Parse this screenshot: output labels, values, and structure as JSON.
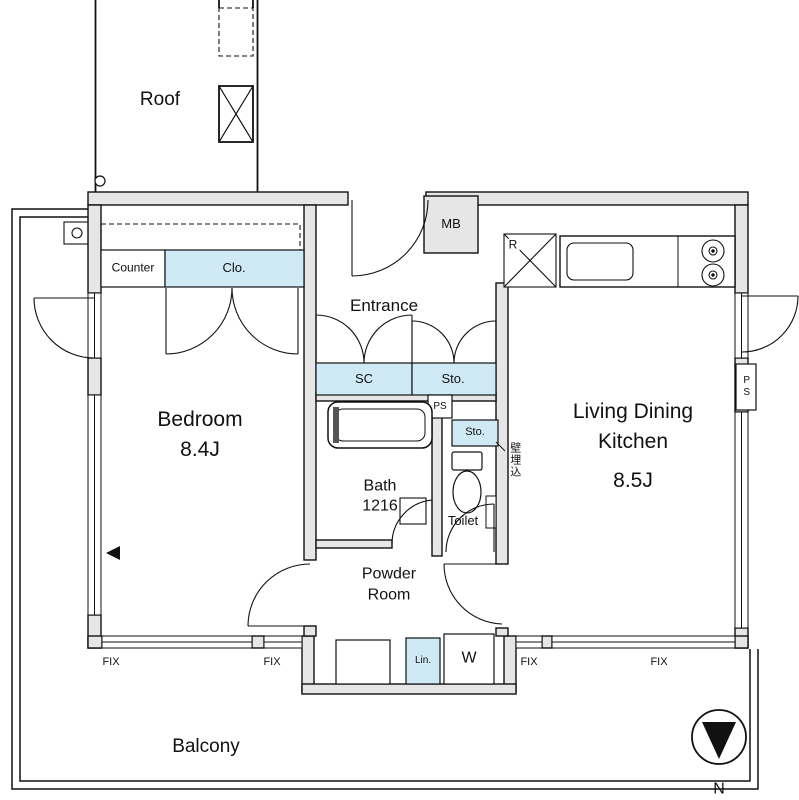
{
  "colors": {
    "wall_fill": "#e6e6e6",
    "storage_fill": "#cfe9f5",
    "line": "#111111"
  },
  "plan": {
    "roof_label": "Roof",
    "balcony_label": "Balcony",
    "compass_north": "N",
    "entrance_label": "Entrance",
    "bedroom": {
      "name": "Bedroom",
      "size": "8.4J"
    },
    "ldk": {
      "line1": "Living Dining",
      "line2": "Kitchen",
      "size": "8.5J"
    },
    "bath": {
      "name": "Bath",
      "size": "1216"
    },
    "toilet_label": "Toilet",
    "powder": {
      "line1": "Powder",
      "line2": "Room"
    },
    "fixtures": {
      "counter": "Counter",
      "closet": "Clo.",
      "meter_box": "MB",
      "refrigerator": "R",
      "shoe_closet": "SC",
      "hall_storage": "Sto.",
      "pipe_space_hall": "PS",
      "toilet_storage": "Sto.",
      "wall_embedded_note": "壁埋込",
      "pipe_space_wall": "PS",
      "linen": "Lin.",
      "washer": "W"
    },
    "fix_windows": [
      "FIX",
      "FIX",
      "FIX",
      "FIX"
    ]
  }
}
